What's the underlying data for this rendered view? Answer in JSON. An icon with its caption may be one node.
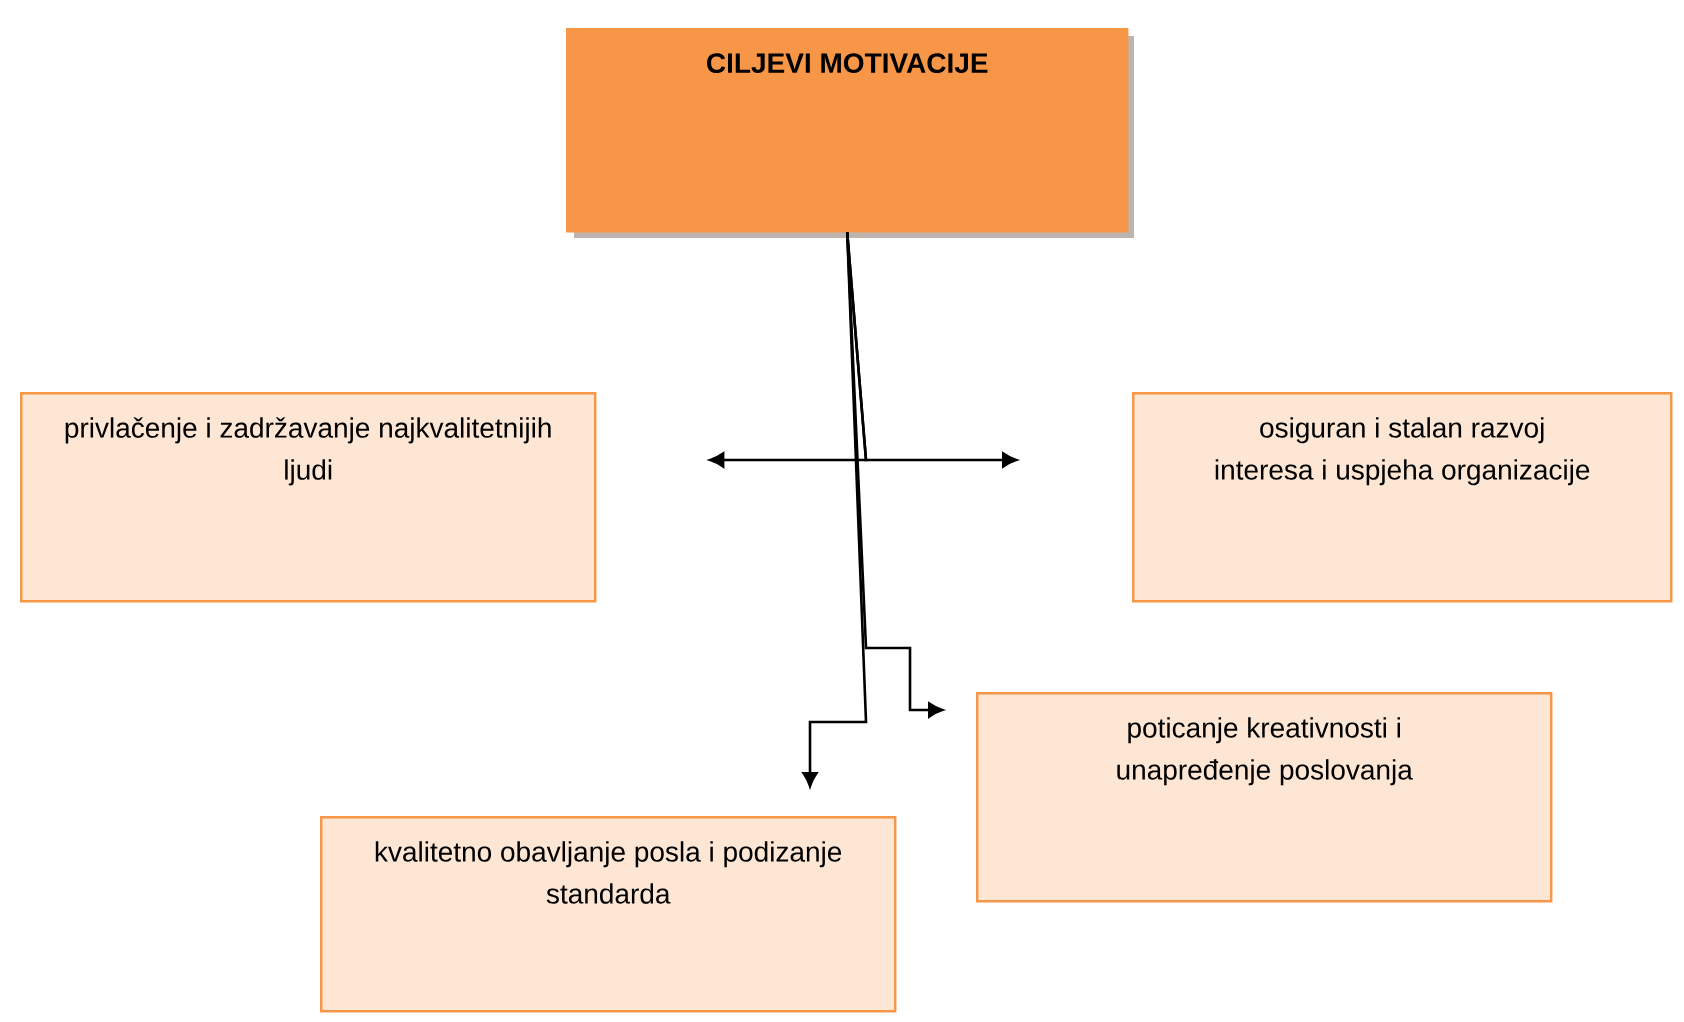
{
  "diagram": {
    "nodes": [
      {
        "text": [
          "CILJEVI MOTIVACIJE"
        ]
      },
      {
        "text": [
          "privlačenje i zadržavanje najkvalitetnijih ljudi"
        ]
      },
      {
        "text": [
          "osiguran i stalan razvoj interesa i uspjeha organizacije"
        ]
      },
      {
        "text": [
          "poticanje kreativnosti i unapređenje poslovanja"
        ]
      },
      {
        "text": [
          "kvalitetno obavljanje posla i podizanje standarda"
        ]
      }
    ],
    "edges": [
      {
        "from": 0,
        "to": 1,
        "arrow": "to"
      },
      {
        "from": 0,
        "to": 2,
        "arrow": "to"
      },
      {
        "from": 0,
        "to": 3,
        "arrow": "to"
      },
      {
        "from": 0,
        "to": 4,
        "arrow": "to"
      }
    ]
  }
}
